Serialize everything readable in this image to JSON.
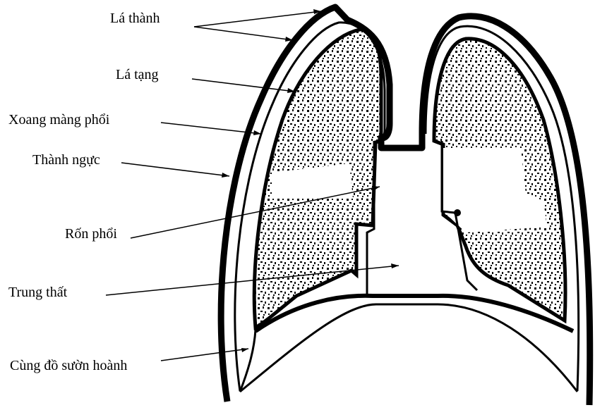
{
  "labels": {
    "la_thanh": "Lá thành",
    "la_tang": "Lá tạng",
    "xoang_mang_phoi": "Xoang màng phổi",
    "thanh_nguc": "Thành ngực",
    "ron_phoi": "Rốn phổi",
    "trung_that": "Trung thất",
    "cung_do_suon_hoanh": "Cùng đồ sườn hoành"
  },
  "colors": {
    "ink": "#000000",
    "background": "#ffffff"
  }
}
